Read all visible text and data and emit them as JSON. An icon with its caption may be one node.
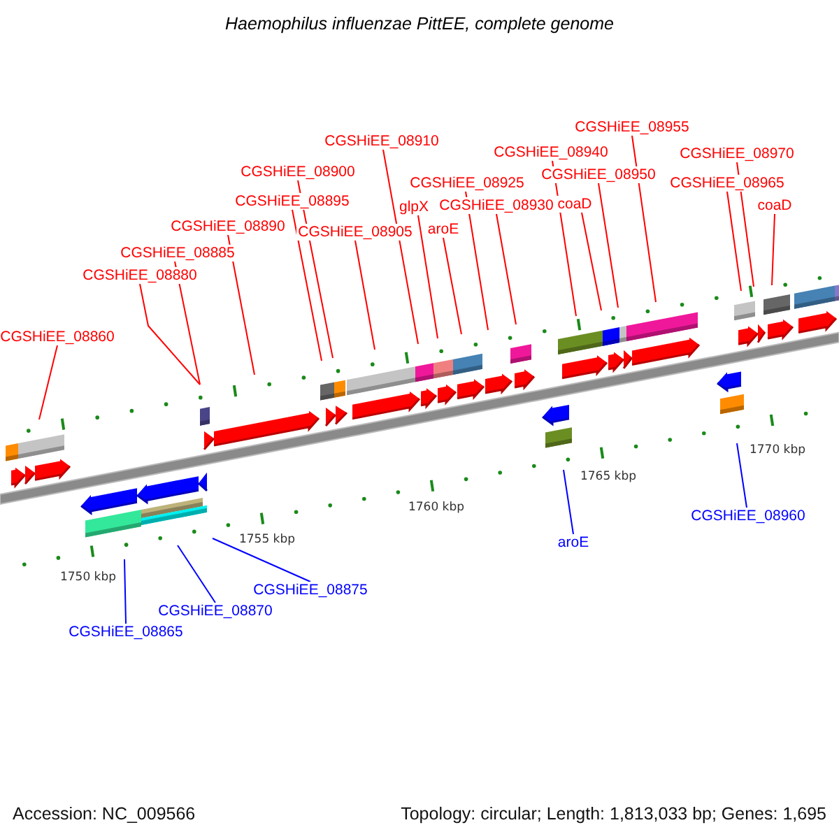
{
  "diagram": {
    "title": "Haemophilus influenzae PittEE, complete genome",
    "nodes": [
      {
        "text": [
          "CGSHiEE_08860"
        ]
      },
      {
        "text": [
          "CGSHiEE_08880"
        ]
      },
      {
        "text": [
          "CGSHiEE_08885"
        ]
      },
      {
        "text": [
          "CGSHiEE_08890"
        ]
      },
      {
        "text": [
          "CGSHiEE_08895"
        ]
      },
      {
        "text": [
          "CGSHiEE_08900"
        ]
      },
      {
        "text": [
          "CGSHiEE_08905"
        ]
      },
      {
        "text": [
          "CGSHiEE_08910"
        ]
      },
      {
        "text": [
          "glpX"
        ]
      },
      {
        "text": [
          "aroE"
        ]
      },
      {
        "text": [
          "CGSHiEE_08925"
        ]
      },
      {
        "text": [
          "CGSHiEE_08930"
        ]
      },
      {
        "text": [
          "CGSHiEE_08940"
        ]
      },
      {
        "text": [
          "coaD"
        ]
      },
      {
        "text": [
          "CGSHiEE_08950"
        ]
      },
      {
        "text": [
          "CGSHiEE_08955"
        ]
      },
      {
        "text": [
          "CGSHiEE_08965"
        ]
      },
      {
        "text": [
          "CGSHiEE_08970"
        ]
      },
      {
        "text": [
          "coaD"
        ]
      },
      {
        "text": [
          "CGSHiEE_08865"
        ]
      },
      {
        "text": [
          "CGSHiEE_08870"
        ]
      },
      {
        "text": [
          "CGSHiEE_08875"
        ]
      },
      {
        "text": [
          "aroE"
        ]
      },
      {
        "text": [
          "CGSHiEE_08960"
        ]
      }
    ],
    "edges": [
      {
        "from": 0,
        "to": null,
        "arrow": "none"
      },
      {
        "from": 1,
        "to": null,
        "arrow": "none"
      },
      {
        "from": 2,
        "to": null,
        "arrow": "none"
      },
      {
        "from": 3,
        "to": null,
        "arrow": "none"
      },
      {
        "from": 4,
        "to": null,
        "arrow": "none"
      },
      {
        "from": 5,
        "to": null,
        "arrow": "none"
      },
      {
        "from": 6,
        "to": null,
        "arrow": "none"
      },
      {
        "from": 7,
        "to": null,
        "arrow": "none"
      },
      {
        "from": 8,
        "to": null,
        "arrow": "none"
      },
      {
        "from": 9,
        "to": null,
        "arrow": "none"
      },
      {
        "from": 10,
        "to": null,
        "arrow": "none"
      },
      {
        "from": 11,
        "to": null,
        "arrow": "none"
      },
      {
        "from": 12,
        "to": null,
        "arrow": "none"
      },
      {
        "from": 13,
        "to": null,
        "arrow": "none"
      },
      {
        "from": 14,
        "to": null,
        "arrow": "none"
      },
      {
        "from": 15,
        "to": null,
        "arrow": "none"
      },
      {
        "from": 16,
        "to": null,
        "arrow": "none"
      },
      {
        "from": 17,
        "to": null,
        "arrow": "none"
      },
      {
        "from": 18,
        "to": null,
        "arrow": "none"
      },
      {
        "from": 19,
        "to": null,
        "arrow": "none",
        "color": "#0000ff"
      },
      {
        "from": 20,
        "to": null,
        "arrow": "none",
        "color": "#0000ff"
      },
      {
        "from": 21,
        "to": null,
        "arrow": "none",
        "color": "#0000ff"
      },
      {
        "from": 22,
        "to": null,
        "arrow": "none",
        "color": "#0000ff"
      },
      {
        "from": 23,
        "to": null,
        "arrow": "none",
        "color": "#0000ff"
      }
    ],
    "labels": [
      "1750 kbp",
      "1755 kbp",
      "1760 kbp",
      "1765 kbp",
      "1770 kbp",
      "Accession: NC_009566",
      "Topology: circular; Length: 1,813,033 bp; Genes: 1,695"
    ]
  }
}
